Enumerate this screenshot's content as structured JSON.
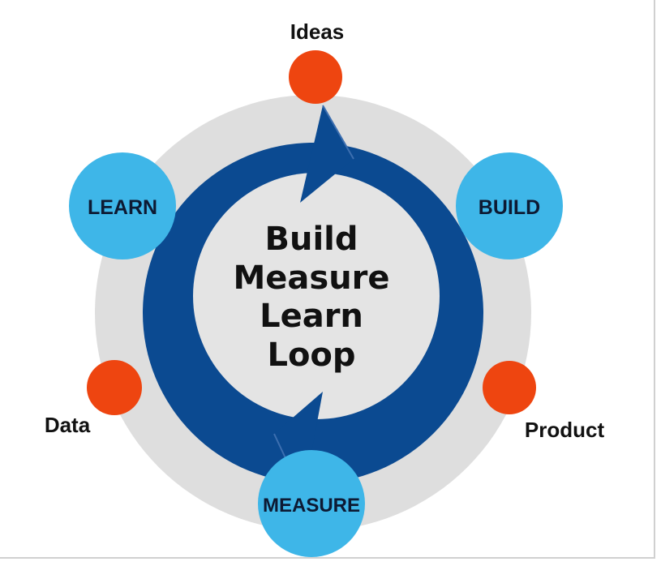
{
  "diagram": {
    "center_lines": [
      "Build",
      "Measure",
      "Learn",
      "Loop"
    ],
    "nodes": {
      "learn": "LEARN",
      "build": "BUILD",
      "measure": "MEASURE"
    },
    "outputs": {
      "ideas": "Ideas",
      "product": "Product",
      "data": "Data"
    },
    "colors": {
      "outer_ring": "#dedede",
      "loop_arrow": "#0b4a91",
      "node_fill": "#3eb6e8",
      "output_dot": "#ee4510",
      "center_disc": "#e4e4e4"
    }
  }
}
